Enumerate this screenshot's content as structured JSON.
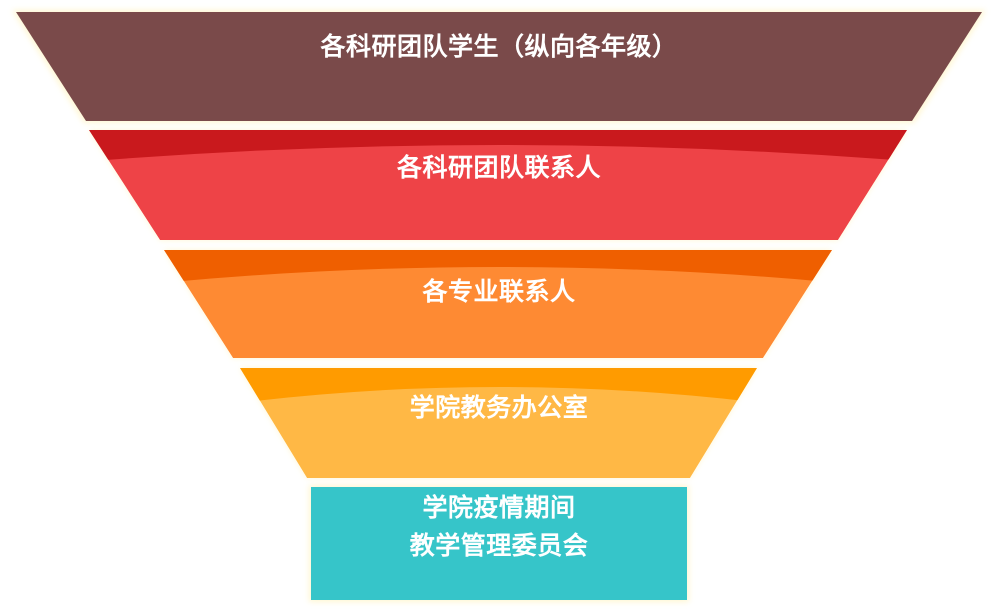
{
  "funnel": {
    "levels": [
      {
        "label": "各科研团队学生（纵向各年级）",
        "color": "#7a4a4a"
      },
      {
        "label": "各科研团队联系人",
        "color": "#ee4347",
        "top_band_color": "#c9191d"
      },
      {
        "label": "各专业联系人",
        "color": "#fe8a33",
        "top_band_color": "#ef5f00"
      },
      {
        "label": "学院教务办公室",
        "color": "#ffb845",
        "top_band_color": "#ff9b00"
      },
      {
        "label_line1": "学院疫情期间",
        "label_line2": "教学管理委员会",
        "color": "#36c5c9"
      }
    ],
    "outline_color": "#fff6cf"
  }
}
